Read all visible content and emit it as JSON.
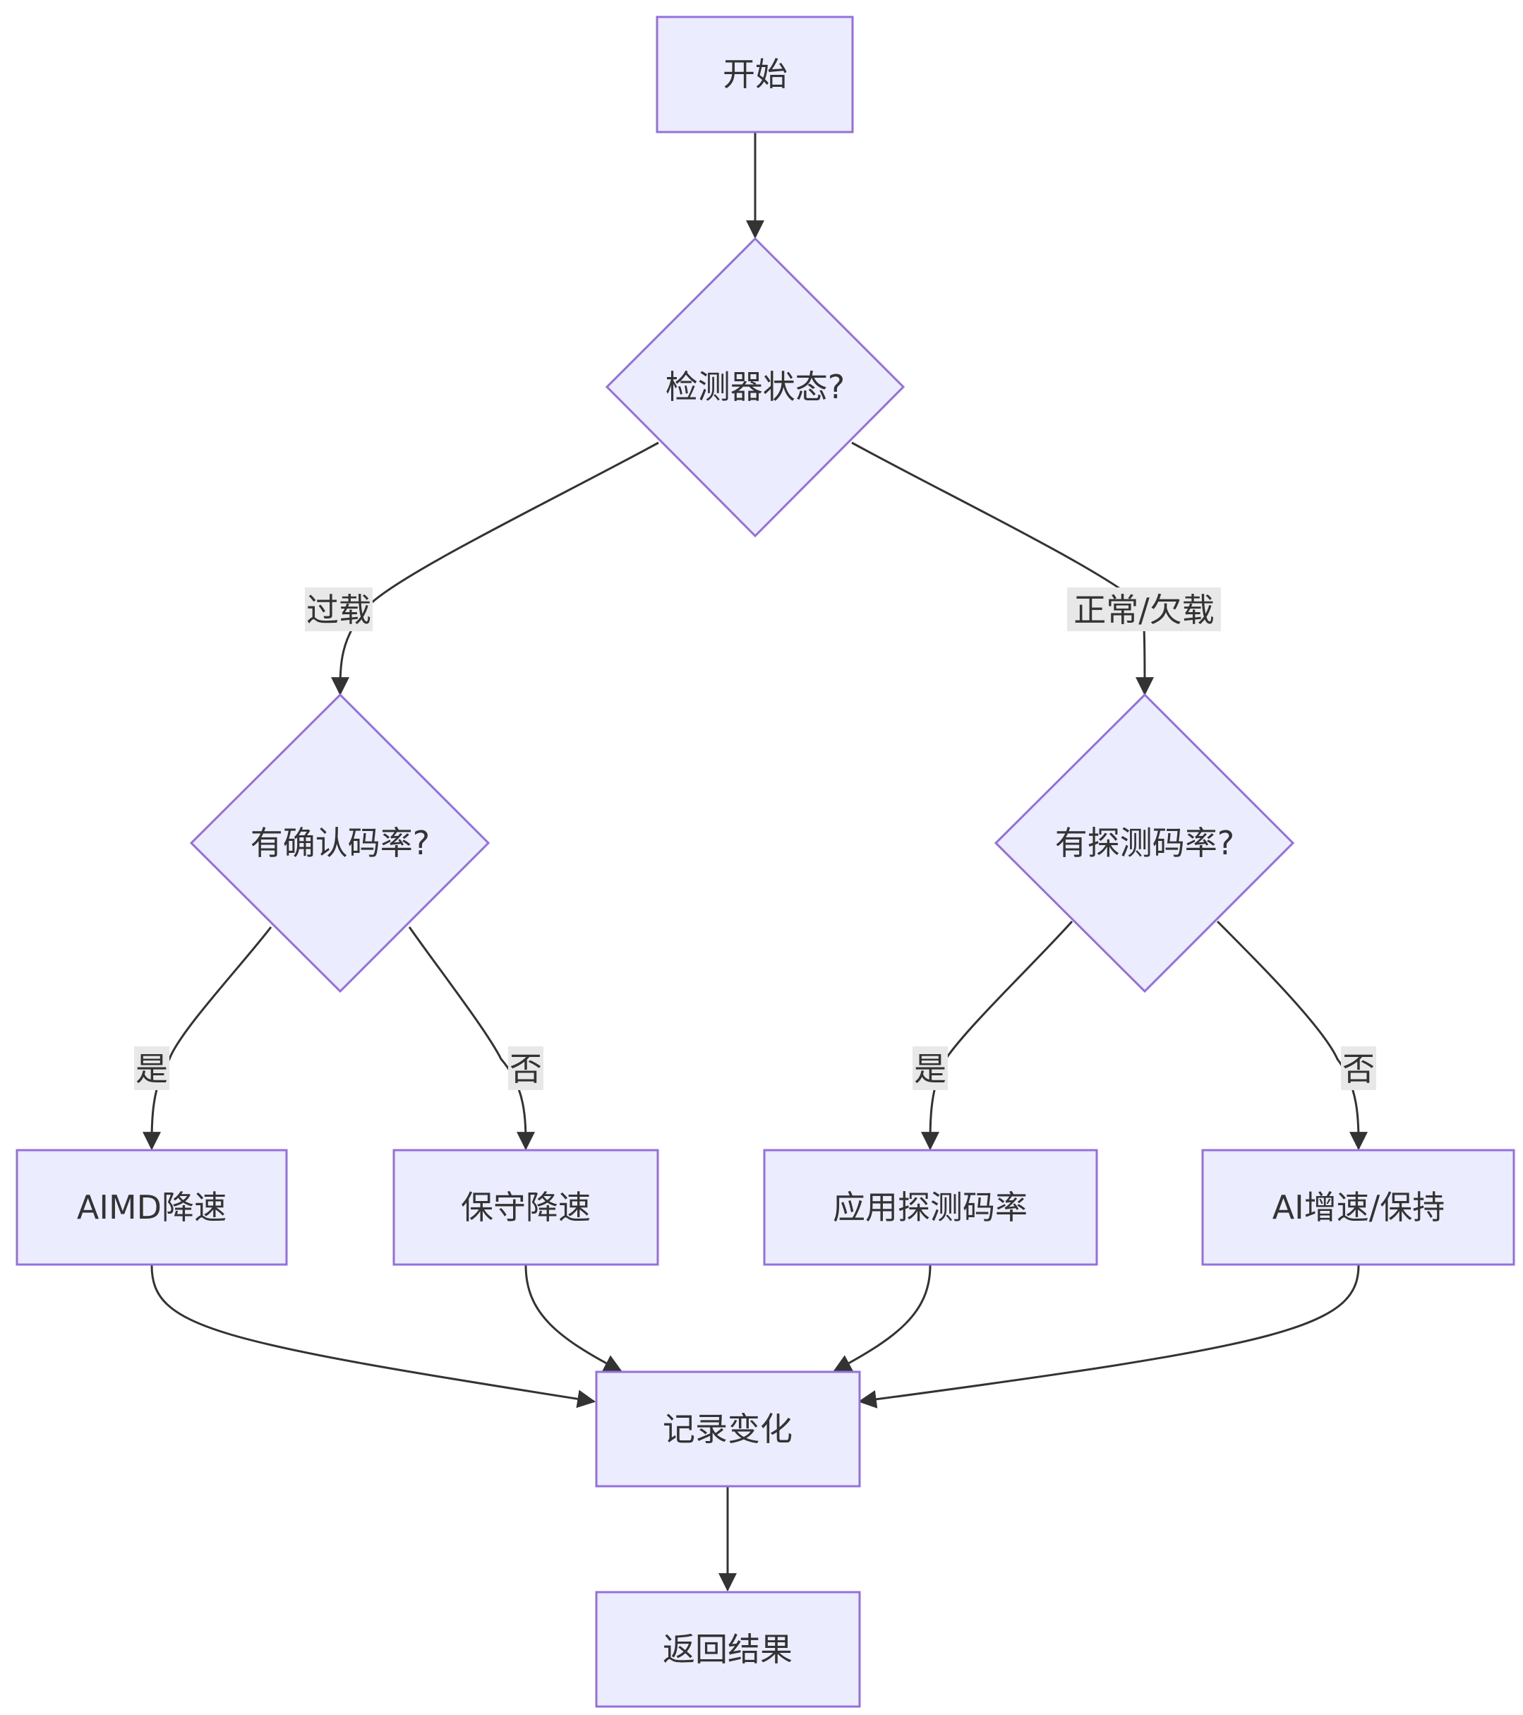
{
  "nodes": {
    "start": "开始",
    "detector_state": "检测器状态?",
    "has_ack_rate": "有确认码率?",
    "has_probe_rate": "有探测码率?",
    "aimd_decrease": "AIMD降速",
    "conservative_decrease": "保守降速",
    "apply_probe_rate": "应用探测码率",
    "ai_increase_hold": "AI增速/保持",
    "record_change": "记录变化",
    "return_result": "返回结果"
  },
  "edge_labels": {
    "overload": "过载",
    "normal_underload": "正常/欠载",
    "ack_yes": "是",
    "ack_no": "否",
    "probe_yes": "是",
    "probe_no": "否"
  },
  "colors": {
    "node_fill": "#ececff",
    "node_stroke": "#9370db",
    "edge": "#333333",
    "edge_label_bg": "#e8e8e8",
    "text": "#333333"
  }
}
